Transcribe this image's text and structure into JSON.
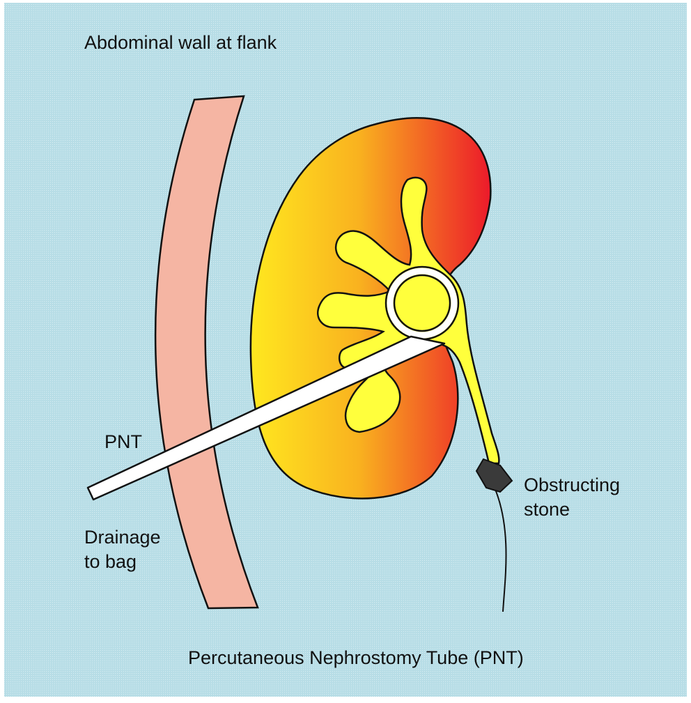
{
  "labels": {
    "wall": "Abdominal wall at flank",
    "pnt": "PNT",
    "drainage_line1": "Drainage",
    "drainage_line2": "to bag",
    "stone_line1": "Obstructing",
    "stone_line2": "stone",
    "caption": "Percutaneous Nephrostomy Tube (PNT)"
  },
  "colors": {
    "background": "#b9dfe8",
    "abdominal_wall": "#f5b5a3",
    "kidney_light": "#ffe21f",
    "kidney_mid": "#f7a21f",
    "kidney_dark": "#ee1d2b",
    "collecting_system": "#ffff42",
    "tube": "#ffffff",
    "stone": "#3a3a3a",
    "outline": "#111111"
  },
  "icons": [
    "kidney-shape",
    "pelvicalyceal-system",
    "nephrostomy-tube",
    "pigtail-loop",
    "obstructing-stone",
    "ureter-line",
    "abdominal-wall-band"
  ]
}
